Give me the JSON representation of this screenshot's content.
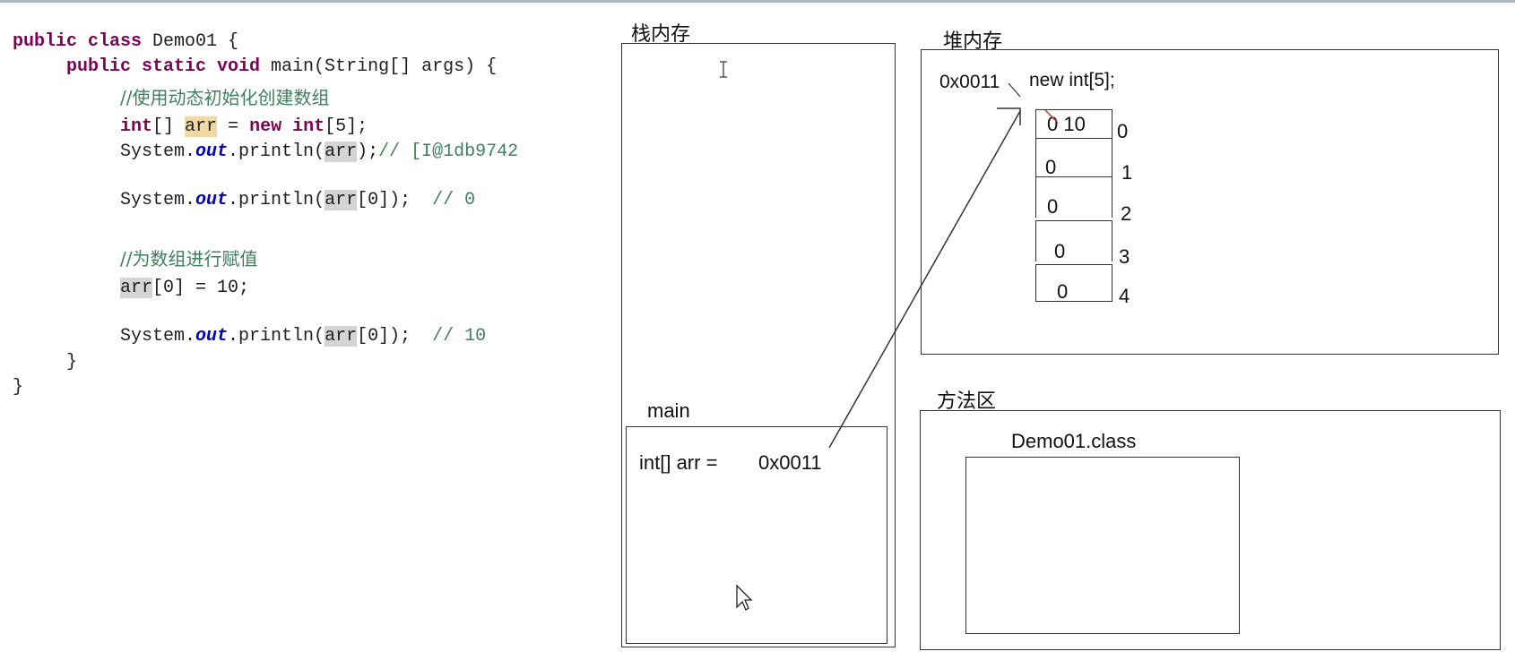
{
  "code": {
    "l1": {
      "kw": "public class",
      "rest": " Demo01 {"
    },
    "l2": {
      "kw": "public static void",
      "rest": " main(String[] args) {"
    },
    "l3": "//使用动态初始化创建数组",
    "l4": {
      "kw1": "int",
      "t1": "[] ",
      "var": "arr",
      "t2": " = ",
      "kw2": "new int",
      "t3": "[5];"
    },
    "l5": {
      "t1": "System.",
      "fld": "out",
      "t2": ".println(",
      "var": "arr",
      "t3": ");",
      "cm": "// [I@1db9742"
    },
    "l6": {
      "t1": "System.",
      "fld": "out",
      "t2": ".println(",
      "var": "arr",
      "t3": "[0]);  ",
      "cm": "// 0"
    },
    "l7": "//为数组进行赋值",
    "l8": {
      "var": "arr",
      "t1": "[0] = 10;"
    },
    "l9": {
      "t1": "System.",
      "fld": "out",
      "t2": ".println(",
      "var": "arr",
      "t3": "[0]);  ",
      "cm": "// 10"
    },
    "l10": "}",
    "l11": "}"
  },
  "diagram": {
    "stack_title": "栈内存",
    "heap_title": "堆内存",
    "method_title": "方法区",
    "main_label": "main",
    "stack_var": "int[] arr =",
    "stack_addr": "0x0011",
    "heap_addr": "0x0011",
    "heap_expr": "new int[5];",
    "cells": [
      {
        "index": "0",
        "value": "0 10"
      },
      {
        "index": "1",
        "value": "0"
      },
      {
        "index": "2",
        "value": "0"
      },
      {
        "index": "3",
        "value": "0"
      },
      {
        "index": "4",
        "value": "0"
      }
    ],
    "class_label": "Demo01.class"
  }
}
